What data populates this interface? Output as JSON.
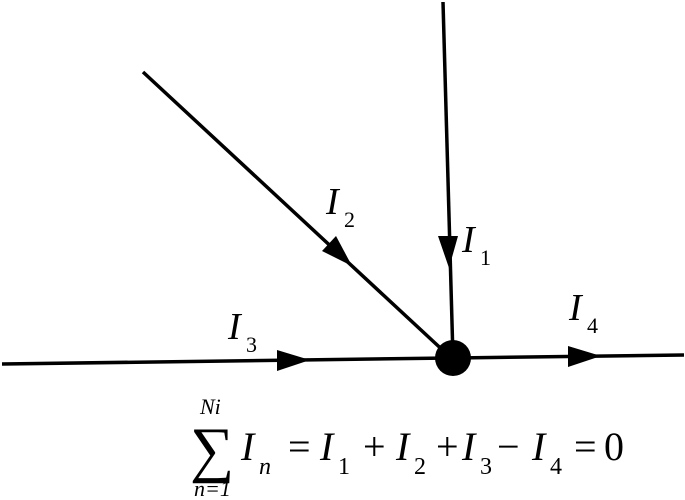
{
  "labels": {
    "i1": {
      "main": "I",
      "sub": "1"
    },
    "i2": {
      "main": "I",
      "sub": "2"
    },
    "i3": {
      "main": "I",
      "sub": "3"
    },
    "i4": {
      "main": "I",
      "sub": "4"
    }
  },
  "equation": {
    "sigma": "∑",
    "upper_limit": "Ni",
    "lower_limit": "n=1",
    "summand": "I",
    "summand_sub": "n",
    "eq1": "=",
    "t1": "I",
    "t1_sub": "1",
    "op1": "+",
    "t2": "I",
    "t2_sub": "2",
    "op2": "+",
    "t3": "I",
    "t3_sub": "3",
    "op3": "−",
    "t4": "I",
    "t4_sub": "4",
    "eq2": "=",
    "rhs": "0"
  },
  "colors": {
    "line": "#000000",
    "background": "#ffffff"
  }
}
